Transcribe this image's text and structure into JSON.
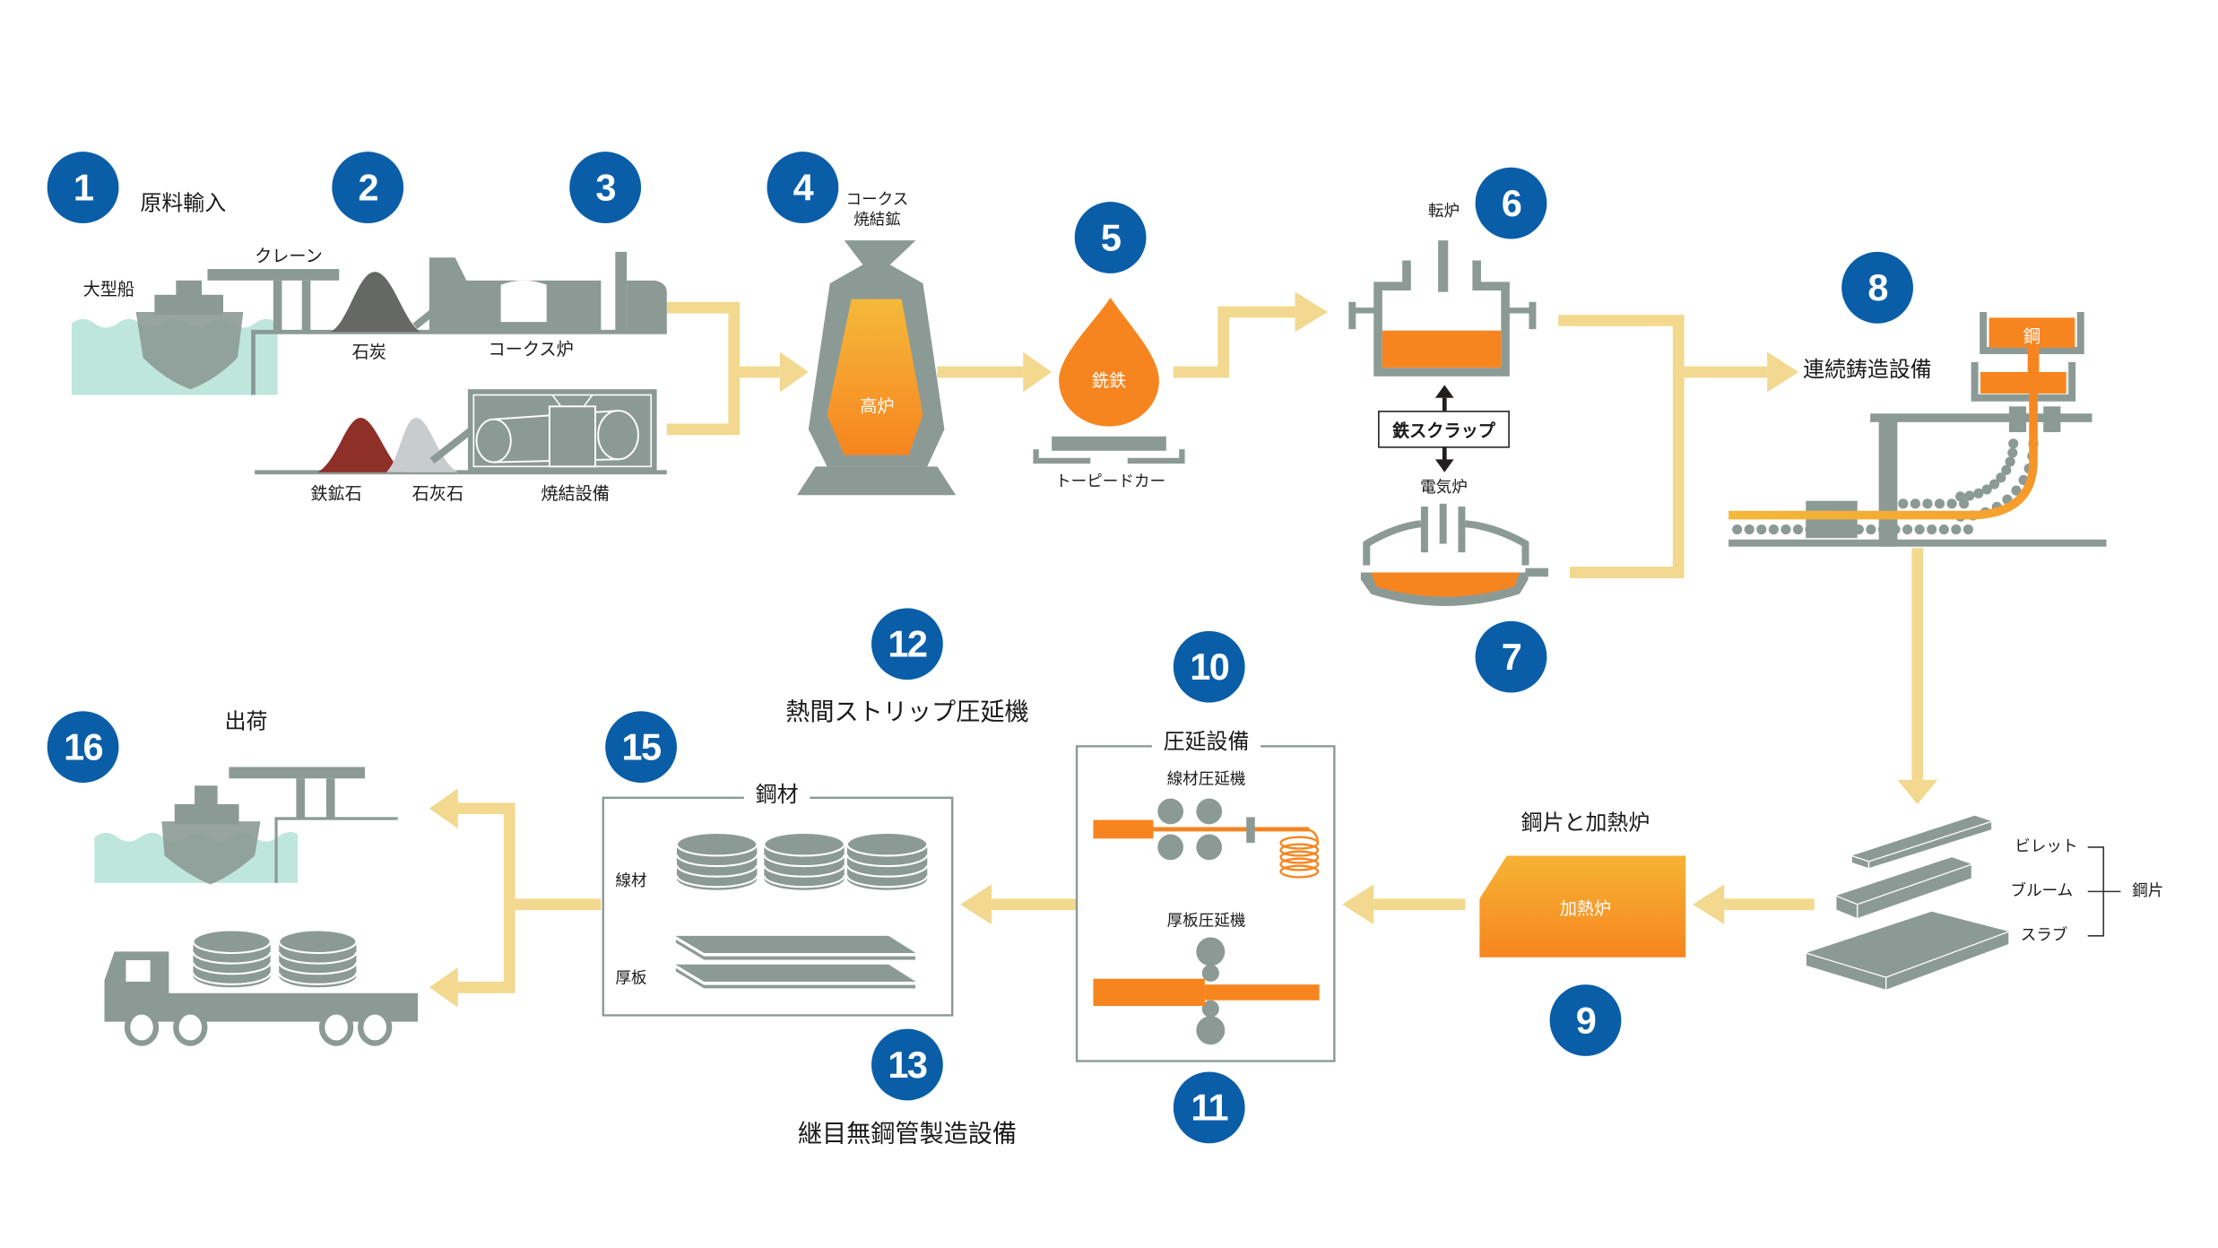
{
  "colors": {
    "badge": "#0a5ea8",
    "machine_gray": "#8c9a96",
    "molten_orange": "#f7851f",
    "flow_arrow": "#f2d98f",
    "water": "#bfe6dc",
    "coal": "#666866",
    "iron_ore": "#8e2f28",
    "limestone": "#c9ccce"
  },
  "steps": [
    {
      "num": "1",
      "label": "原料輸入"
    },
    {
      "num": "2",
      "label": "石炭"
    },
    {
      "num": "3",
      "label": "コークス炉"
    },
    {
      "num": "4",
      "label": "高炉"
    },
    {
      "num": "5",
      "label": "銑鉄"
    },
    {
      "num": "6",
      "label": "転炉"
    },
    {
      "num": "7",
      "label": "電気炉"
    },
    {
      "num": "8",
      "label": "連続鋳造設備"
    },
    {
      "num": "9",
      "label": "鋼片と加熱炉"
    },
    {
      "num": "10",
      "label": "圧延設備"
    },
    {
      "num": "11",
      "label": "厚板圧延機"
    },
    {
      "num": "12",
      "label": "熱間ストリップ圧延機"
    },
    {
      "num": "13",
      "label": "継目無鋼管製造設備"
    },
    {
      "num": "15",
      "label": "鋼材"
    },
    {
      "num": "16",
      "label": "出荷"
    }
  ],
  "raw_materials": {
    "title": "原料輸入",
    "ship": "大型船",
    "crane": "クレーン",
    "coal": "石炭",
    "coke_oven": "コークス炉",
    "iron_ore": "鉄鉱石",
    "limestone": "石灰石",
    "sinter_plant": "焼結設備"
  },
  "blast_furnace": {
    "inputs_line1": "コークス",
    "inputs_line2": "焼結鉱",
    "name": "高炉"
  },
  "pig_iron": {
    "name": "銑鉄",
    "car": "トーピードカー"
  },
  "steelmaking": {
    "converter": "転炉",
    "scrap": "鉄スクラップ",
    "electric_furnace": "電気炉"
  },
  "casting": {
    "title": "連続鋳造設備",
    "ladle": "鋼"
  },
  "semis": {
    "billet": "ビレット",
    "bloom": "ブルーム",
    "slab": "スラブ",
    "group": "鋼片"
  },
  "reheating": {
    "title": "鋼片と加熱炉",
    "furnace": "加熱炉"
  },
  "rolling": {
    "title": "圧延設備",
    "wire_mill": "線材圧延機",
    "plate_mill": "厚板圧延機"
  },
  "hot_strip": "熱間ストリップ圧延機",
  "seamless": "継目無鋼管製造設備",
  "products": {
    "title": "鋼材",
    "wire": "線材",
    "plate": "厚板"
  },
  "shipping": {
    "title": "出荷"
  }
}
